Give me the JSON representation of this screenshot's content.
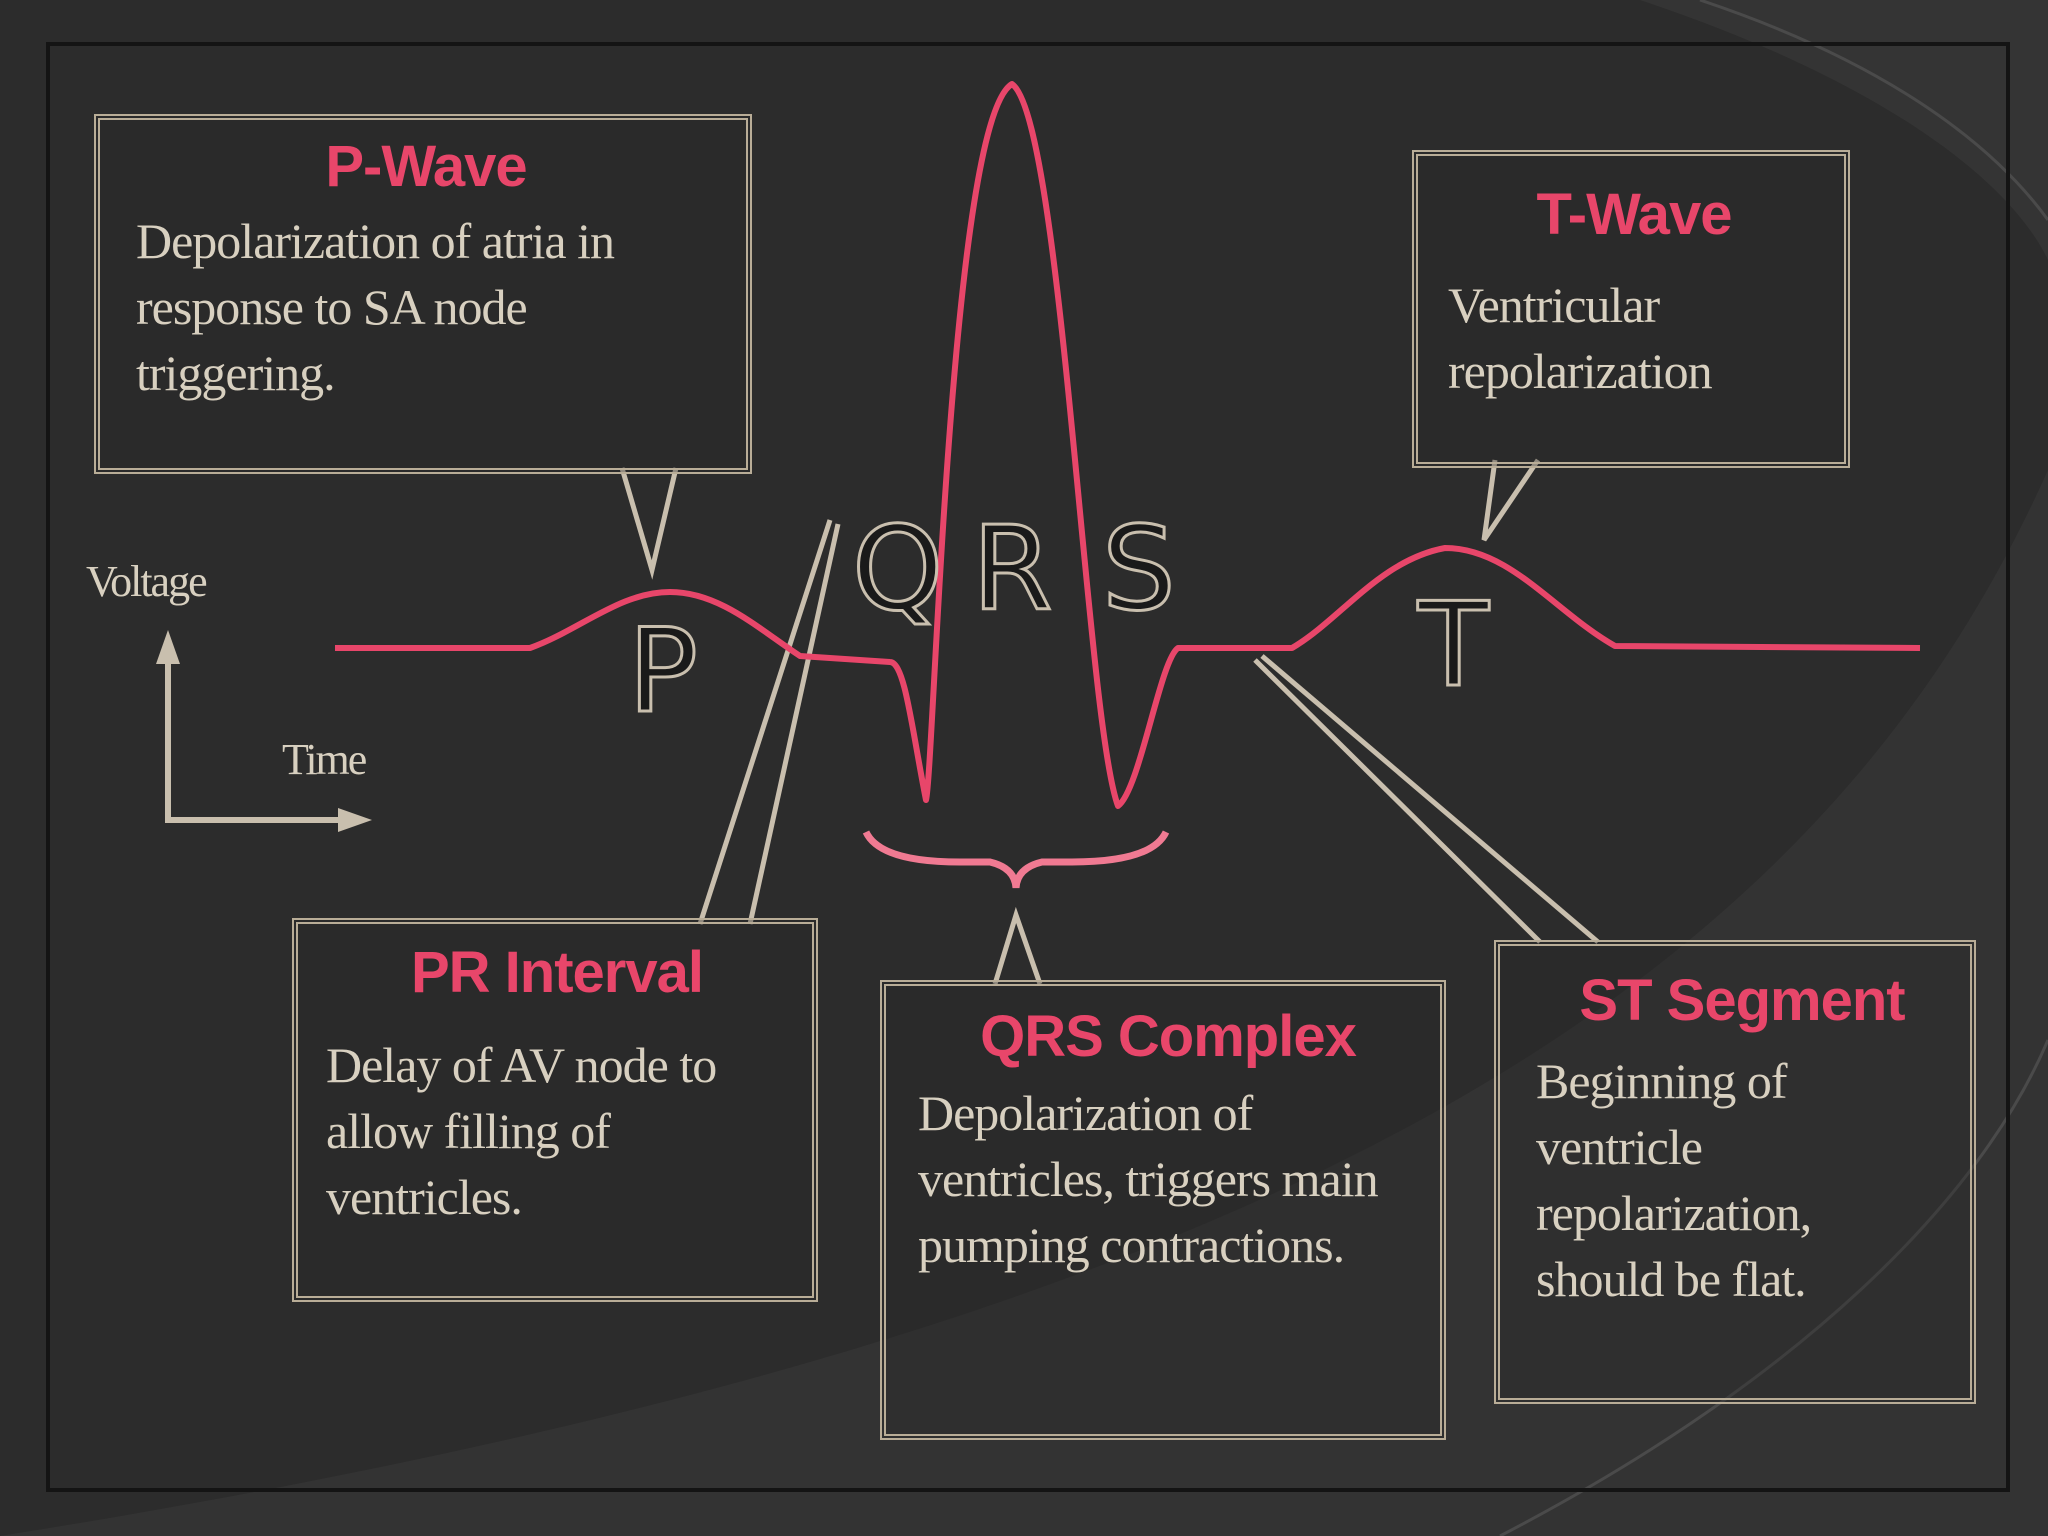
{
  "boxes": {
    "p_wave": {
      "title": "P-Wave",
      "desc": "Depolarization of atria in response to SA node triggering."
    },
    "t_wave": {
      "title": "T-Wave",
      "desc": "Ventricular repolarization"
    },
    "pr_interval": {
      "title": "PR  Interval",
      "desc": "Delay of AV node to allow filling of ventricles."
    },
    "qrs_complex": {
      "title": "QRS Complex",
      "desc": "Depolarization of ventricles, triggers main pumping contractions."
    },
    "st_segment": {
      "title": "ST Segment",
      "desc": "Beginning of ventricle repolarization, should be flat."
    }
  },
  "wave_labels": {
    "p": "P",
    "q": "Q",
    "r": "R",
    "s": "S",
    "t": "T"
  },
  "axes": {
    "y": "Voltage",
    "x": "Time"
  },
  "colors": {
    "trace": "#e8466a",
    "box_border": "#b9ad97",
    "background": "#2c2c2c",
    "text": "#d8d0c0"
  }
}
